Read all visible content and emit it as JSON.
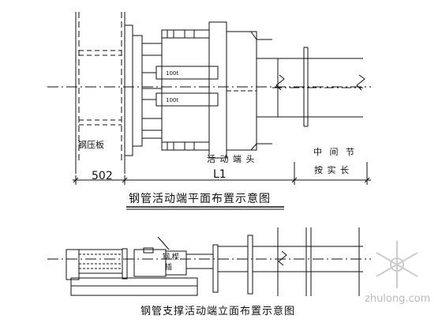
{
  "texts": {
    "steel_plate": "钢压板",
    "active_end": "活 动 端 头",
    "middle_section": "中 间 节",
    "by_span": "按 实 长",
    "dim_502": "502",
    "dim_L1": "L1",
    "jack_1": "100t",
    "jack_2": "100t",
    "wedge_line1": "钢 楔",
    "wedge_line2": "插",
    "title_plan": "钢管活动端平面布置示意图",
    "title_elevation": "钢管支撑活动端立面布置示意图",
    "watermark": "zhulong.com"
  },
  "colors": {
    "line": "#111111",
    "watermark": "#bbbbbb"
  },
  "icons": {
    "watermark_logo": "snowflake-logo-icon"
  }
}
